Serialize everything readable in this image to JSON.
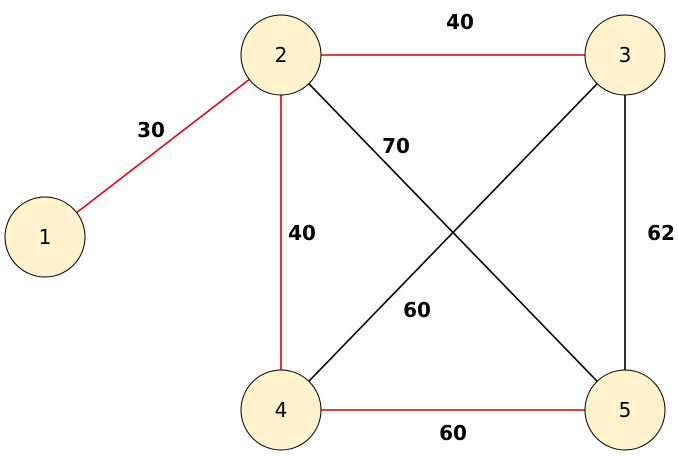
{
  "graph": {
    "nodes": [
      {
        "id": "1",
        "label": "1"
      },
      {
        "id": "2",
        "label": "2"
      },
      {
        "id": "3",
        "label": "3"
      },
      {
        "id": "4",
        "label": "4"
      },
      {
        "id": "5",
        "label": "5"
      }
    ],
    "edges": [
      {
        "from": "1",
        "to": "2",
        "weight": "30",
        "highlighted": true
      },
      {
        "from": "2",
        "to": "3",
        "weight": "40",
        "highlighted": true
      },
      {
        "from": "2",
        "to": "4",
        "weight": "40",
        "highlighted": true
      },
      {
        "from": "2",
        "to": "5",
        "weight": "70",
        "highlighted": false
      },
      {
        "from": "3",
        "to": "4",
        "weight": "60",
        "highlighted": false
      },
      {
        "from": "3",
        "to": "5",
        "weight": "62",
        "highlighted": false
      },
      {
        "from": "4",
        "to": "5",
        "weight": "60",
        "highlighted": true
      }
    ]
  },
  "colors": {
    "highlighted_edge": "#e00000",
    "normal_edge": "#000000",
    "node_fill": "#fff2cc",
    "node_stroke": "#000000"
  }
}
